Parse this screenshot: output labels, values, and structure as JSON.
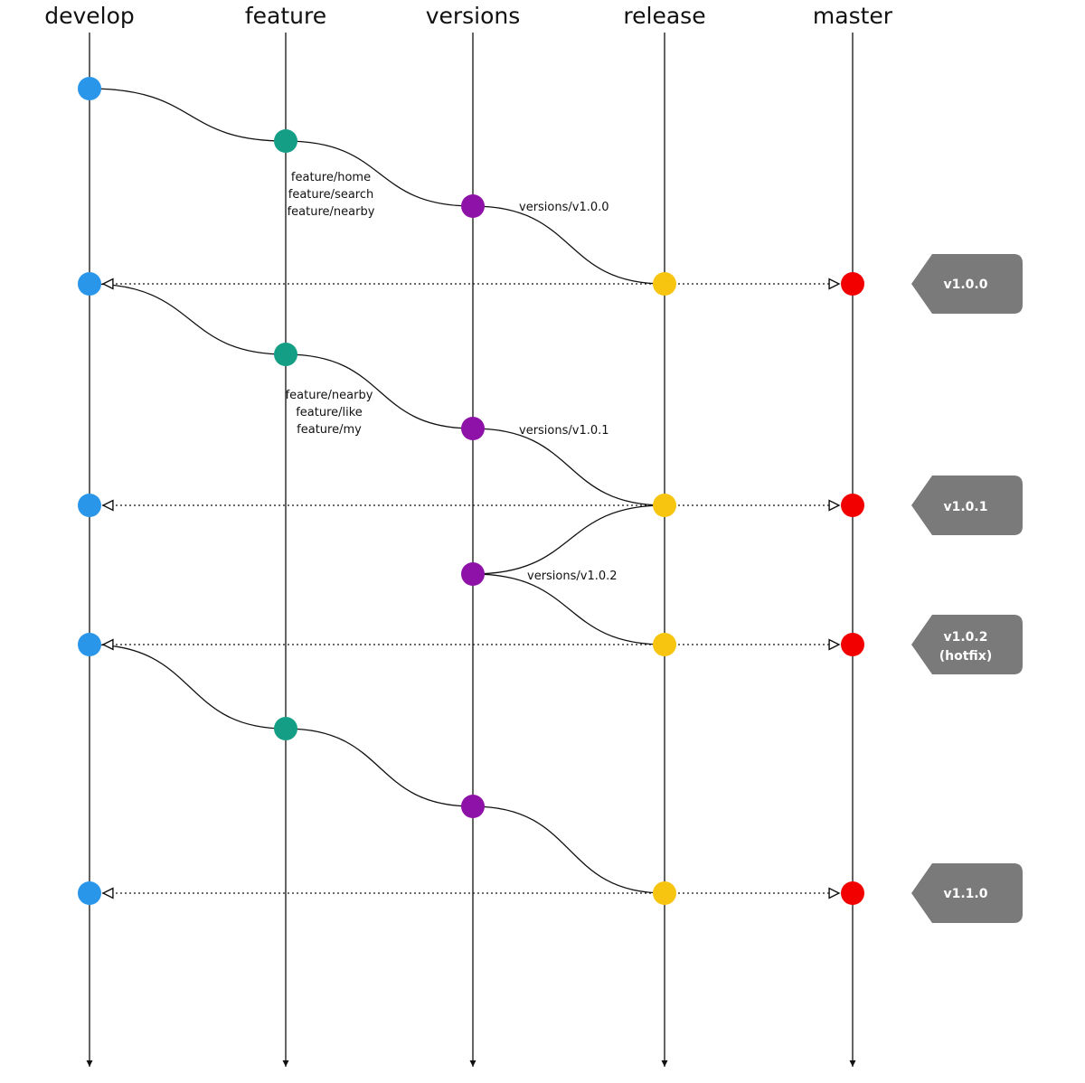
{
  "lanes": [
    {
      "label": "develop"
    },
    {
      "label": "feature"
    },
    {
      "label": "versions"
    },
    {
      "label": "release"
    },
    {
      "label": "master"
    }
  ],
  "colors": {
    "develop": "#2a96ea",
    "feature": "#149e86",
    "versions": "#8e12a8",
    "release": "#f7c40f",
    "master": "#f20000",
    "tag": "#7a7a7a",
    "line": "#111111"
  },
  "annotations": {
    "feature_group_1": [
      "feature/home",
      "feature/search",
      "feature/nearby"
    ],
    "feature_group_2": [
      "feature/nearby",
      "feature/like",
      "feature/my"
    ],
    "version_1": "versions/v1.0.0",
    "version_2": "versions/v1.0.1",
    "version_3": "versions/v1.0.2"
  },
  "tags": [
    {
      "lines": [
        "v1.0.0"
      ]
    },
    {
      "lines": [
        "v1.0.1"
      ]
    },
    {
      "lines": [
        "v1.0.2",
        "(hotfix)"
      ]
    },
    {
      "lines": [
        "v1.1.0"
      ]
    }
  ]
}
